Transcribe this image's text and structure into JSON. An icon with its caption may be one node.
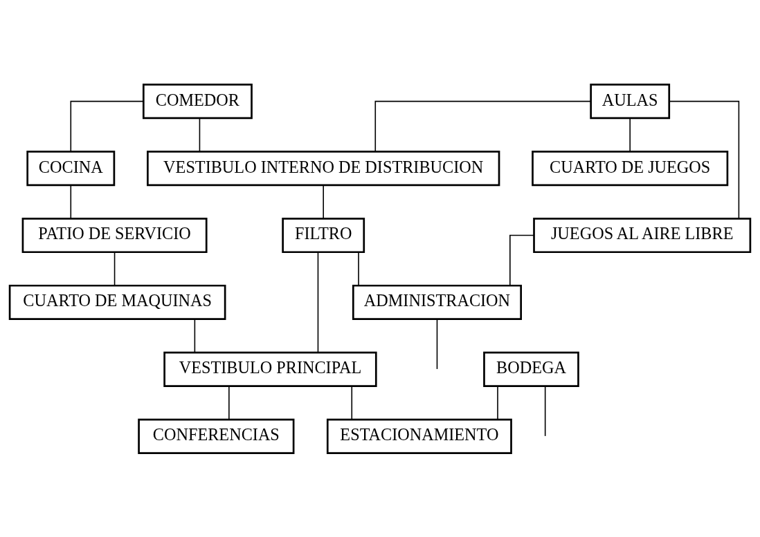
{
  "diagram": {
    "nodes": [
      {
        "text": [
          "COMEDOR"
        ]
      },
      {
        "text": [
          "COCINA"
        ]
      },
      {
        "text": [
          "PATIO DE SERVICIO"
        ]
      },
      {
        "text": [
          "CUARTO DE MAQUINAS"
        ]
      },
      {
        "text": [
          "AULAS"
        ]
      },
      {
        "text": [
          "CUARTO DE JUEGOS"
        ]
      },
      {
        "text": [
          "VESTIBULO INTERNO DE DISTRIBUCION"
        ]
      },
      {
        "text": [
          "FILTRO"
        ]
      },
      {
        "text": [
          "VESTIBULO PRINCIPAL"
        ]
      },
      {
        "text": [
          "JUEGOS AL AIRE LIBRE"
        ]
      },
      {
        "text": [
          "ADMINISTRACION"
        ]
      },
      {
        "text": [
          "CONFERENCIAS"
        ]
      },
      {
        "text": [
          "BODEGA"
        ]
      },
      {
        "text": [
          "ESTACIONAMIENTO"
        ]
      }
    ],
    "edges": [
      {
        "from": 0,
        "to": 1,
        "arrow": "none"
      },
      {
        "from": 0,
        "to": 6,
        "arrow": "none"
      },
      {
        "from": 1,
        "to": 2,
        "arrow": "none"
      },
      {
        "from": 2,
        "to": 3,
        "arrow": "none"
      },
      {
        "from": 3,
        "to": 8,
        "arrow": "none"
      },
      {
        "from": 4,
        "to": 5,
        "arrow": "none"
      },
      {
        "from": 4,
        "to": 9,
        "arrow": "none"
      },
      {
        "from": 4,
        "to": 6,
        "arrow": "none"
      },
      {
        "from": 6,
        "to": 7,
        "arrow": "none"
      },
      {
        "from": 7,
        "to": 10,
        "arrow": "none"
      },
      {
        "from": 7,
        "to": 8,
        "arrow": "none"
      },
      {
        "from": 9,
        "to": 10,
        "arrow": "none"
      },
      {
        "from": 8,
        "to": 11,
        "arrow": "none"
      },
      {
        "from": 8,
        "to": 13,
        "arrow": "none"
      },
      {
        "from": 12,
        "to": 13,
        "arrow": "none"
      },
      {
        "from": 10,
        "to": null,
        "arrow": "none"
      },
      {
        "from": 12,
        "to": null,
        "arrow": "none"
      }
    ]
  }
}
